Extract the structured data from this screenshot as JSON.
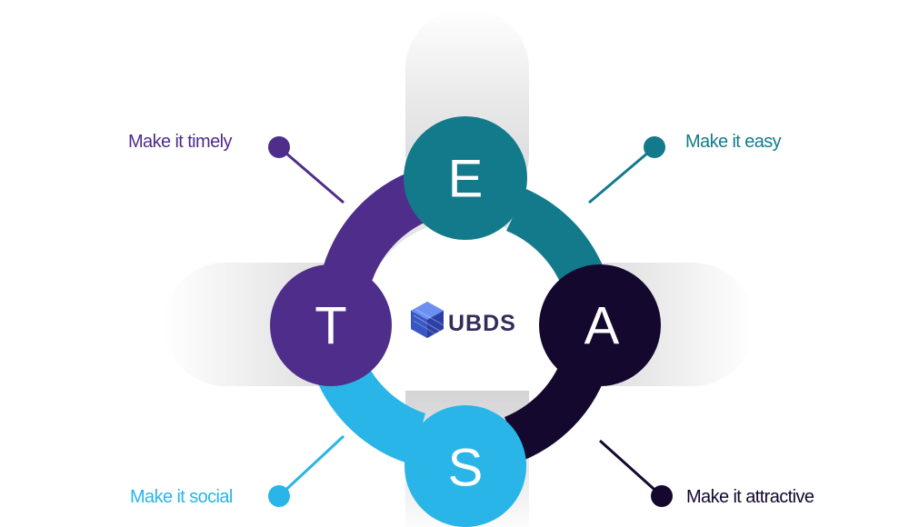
{
  "colors": {
    "timely": "#4f2d8a",
    "easy": "#137a8c",
    "social": "#29b5e8",
    "attractive": "#14082e",
    "ring_gap": "#e4e4e6",
    "brand_text": "#322d5a"
  },
  "logo": {
    "icon": "cube-logo-icon",
    "text": "UBDS"
  },
  "nodes": [
    {
      "key": "easy",
      "letter": "E",
      "label": "Make it easy"
    },
    {
      "key": "attractive",
      "letter": "A",
      "label": "Make it attractive"
    },
    {
      "key": "social",
      "letter": "S",
      "label": "Make it social"
    },
    {
      "key": "timely",
      "letter": "T",
      "label": "Make it timely"
    }
  ]
}
